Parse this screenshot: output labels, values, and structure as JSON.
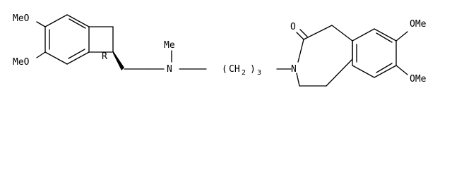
{
  "structure": {
    "left_ring_substituents": {
      "upper_methoxy": "MeO",
      "lower_methoxy": "MeO"
    },
    "stereo_label": "R",
    "amine": {
      "atom": "N",
      "methyl": "Me"
    },
    "chain": {
      "open_paren": "(",
      "ch2_group": "CH",
      "subscript_2": "2",
      "close_paren": ")",
      "subscript_3": "3"
    },
    "lactam": {
      "carbonyl_oxygen": "O",
      "ring_nitrogen": "N"
    },
    "right_ring_substituents": {
      "upper_methoxy": "OMe",
      "lower_methoxy": "OMe"
    }
  }
}
